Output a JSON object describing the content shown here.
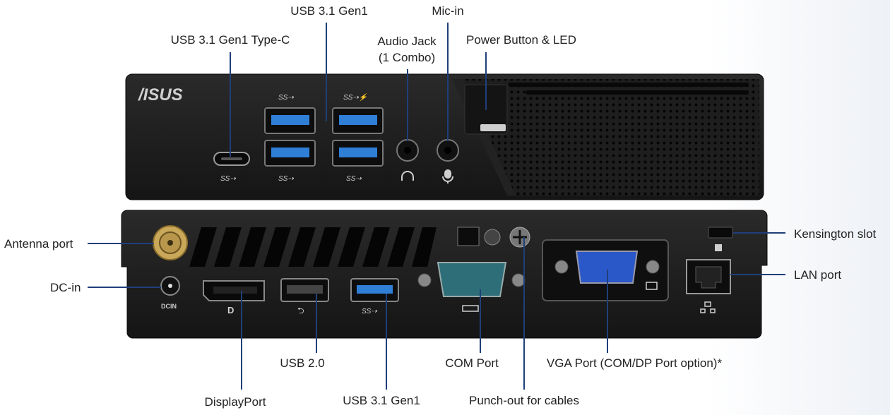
{
  "brand": "/ISUS",
  "front_labels": {
    "usb_typec": "USB 3.1 Gen1 Type-C",
    "usb_gen1": "USB 3.1 Gen1",
    "audio_jack_l1": "Audio Jack",
    "audio_jack_l2": "(1 Combo)",
    "mic_in": "Mic-in",
    "power_button": "Power Button & LED"
  },
  "rear_labels": {
    "antenna": "Antenna port",
    "dc_in": "DC-in",
    "kensington": "Kensington slot",
    "lan": "LAN port",
    "usb20": "USB 2.0",
    "com_port": "COM Port",
    "vga_port": "VGA Port (COM/DP Port option)*",
    "displayport": "DisplayPort",
    "usb_gen1": "USB 3.1 Gen1",
    "punchout": "Punch-out for cables"
  },
  "port_icons": {
    "ss": "SS⇢",
    "ss_charge": "SS⇢⚡",
    "dcin": "DCIN",
    "usb": "⮌"
  },
  "colors": {
    "callout_line": "#1f3f7a",
    "chassis": "#1b1b1b",
    "usb3_blue": "#2f7fd6",
    "vga_blue": "#2a58c8",
    "com_teal": "#2e6e78"
  }
}
